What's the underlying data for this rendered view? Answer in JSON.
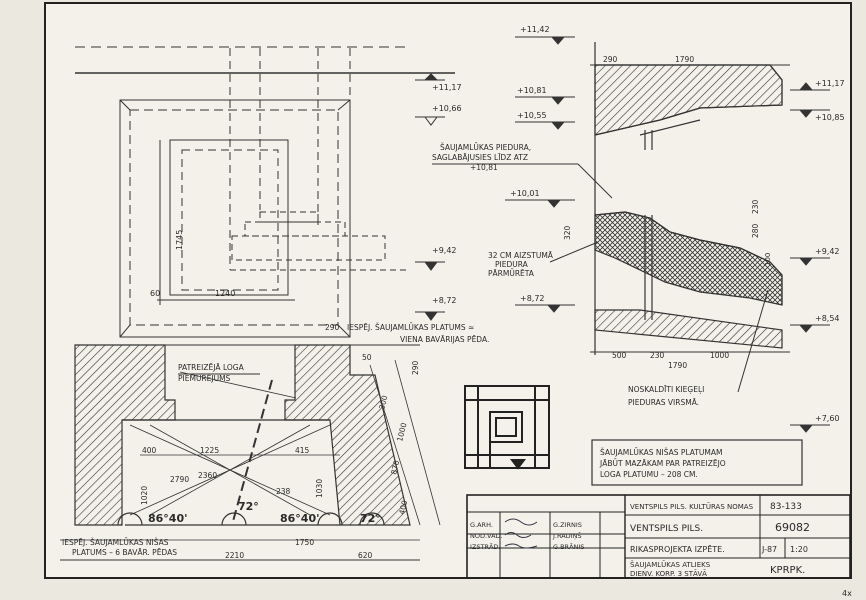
{
  "elevations": {
    "e1142": "+11,42",
    "e1117a": "+11,17",
    "e1066": "+10,66",
    "e1081": "+10,81",
    "e1055": "+10,55",
    "e1117b": "+11,17",
    "e1085": "+10,85",
    "e1001": "+10,01",
    "e942a": "+9,42",
    "e942b": "+9,42",
    "e872a": "+8,72",
    "e872b": "+8,72",
    "e854": "+8,54",
    "e760": "+7,60"
  },
  "dims": {
    "d1745": "1745",
    "d60": "60",
    "d1240": "1240",
    "d290a": "290",
    "d1790a": "1790",
    "d320": "320",
    "d280": "280",
    "d230": "230",
    "d100": "100",
    "d500": "500",
    "d230b": "230",
    "d1000": "1000",
    "d1790b": "1790",
    "d290b": "290",
    "d50": "50",
    "d290c": "290",
    "d300": "300",
    "d1000b": "1000",
    "d870": "870",
    "d400v": "400",
    "d400": "400",
    "d1225": "1225",
    "d415": "415",
    "d2790": "2790",
    "d2360": "2360",
    "d238": "238",
    "d1020": "1020",
    "d1030": "1030",
    "d1750": "1750",
    "d2210": "2210",
    "d620": "620",
    "a1": "86°40'",
    "a2": "72°",
    "a3": "86°40'",
    "a4": "72°"
  },
  "notes": {
    "n1a": "ŠAUJAMLŪKAS PIEDURA,",
    "n1b": "SAGLABĀJUSIES LĪDZ ATZ",
    "n1c": "+10,81",
    "n2a": "32 CM AIZSTUMĀ",
    "n2b": "PIEDURA",
    "n2c": "PĀRMŪRĒTA",
    "n3a": "IESPĒJ. ŠAUJAMLŪKAS PLATUMS ≃",
    "n3b": "VIENA BAVĀRIJAS PĒDA.",
    "n4a": "PATREIZĒJĀ LOGA",
    "n4b": "PIEMŪRĒJUMS",
    "n5a": "NOSKALDĪTI KIEĢEĻI",
    "n5b": "PIEDURAS VIRSMĀ.",
    "n6a": "ŠAUJAMLŪKAS NIŠAS PLATUMAM",
    "n6b": "JĀBŪT MAZĀKAM PAR PATREIZĒJO",
    "n6c": "LOGA PLATUMU – 208 CM.",
    "n7a": "IESPĒJ. ŠAUJAMLŪKAS NIŠAS",
    "n7b": "PLATUMS – 6 BAVĀR. PĒDAS",
    "corner": "4x"
  },
  "titleblock": {
    "row1_left": "VENTSPILS PILS. KULTŪRAS NOMAS",
    "row1_code": "83-133",
    "row2_left": "VENTSPILS   PILS.",
    "row2_code": "69082",
    "row3_left": "RIKASPROJEKTA IZPĒTE.",
    "row3_code": "J-87",
    "row3_scale": "1:20",
    "row4_left_a": "ŠAUJAMLŪKAS ATLIEKS",
    "row4_left_b": "DIENV. KORP. 3 STĀVĀ",
    "row4_right": "KPRPK.",
    "r1_role": "G.ARH.",
    "r1_name": "G.ZIRNIS",
    "r2_role": "NOD.VAD.",
    "r2_name": "J.RADIŅŠ",
    "r3_role": "IZSTRĀD.",
    "r3_name": "G.BRĀNIS"
  }
}
